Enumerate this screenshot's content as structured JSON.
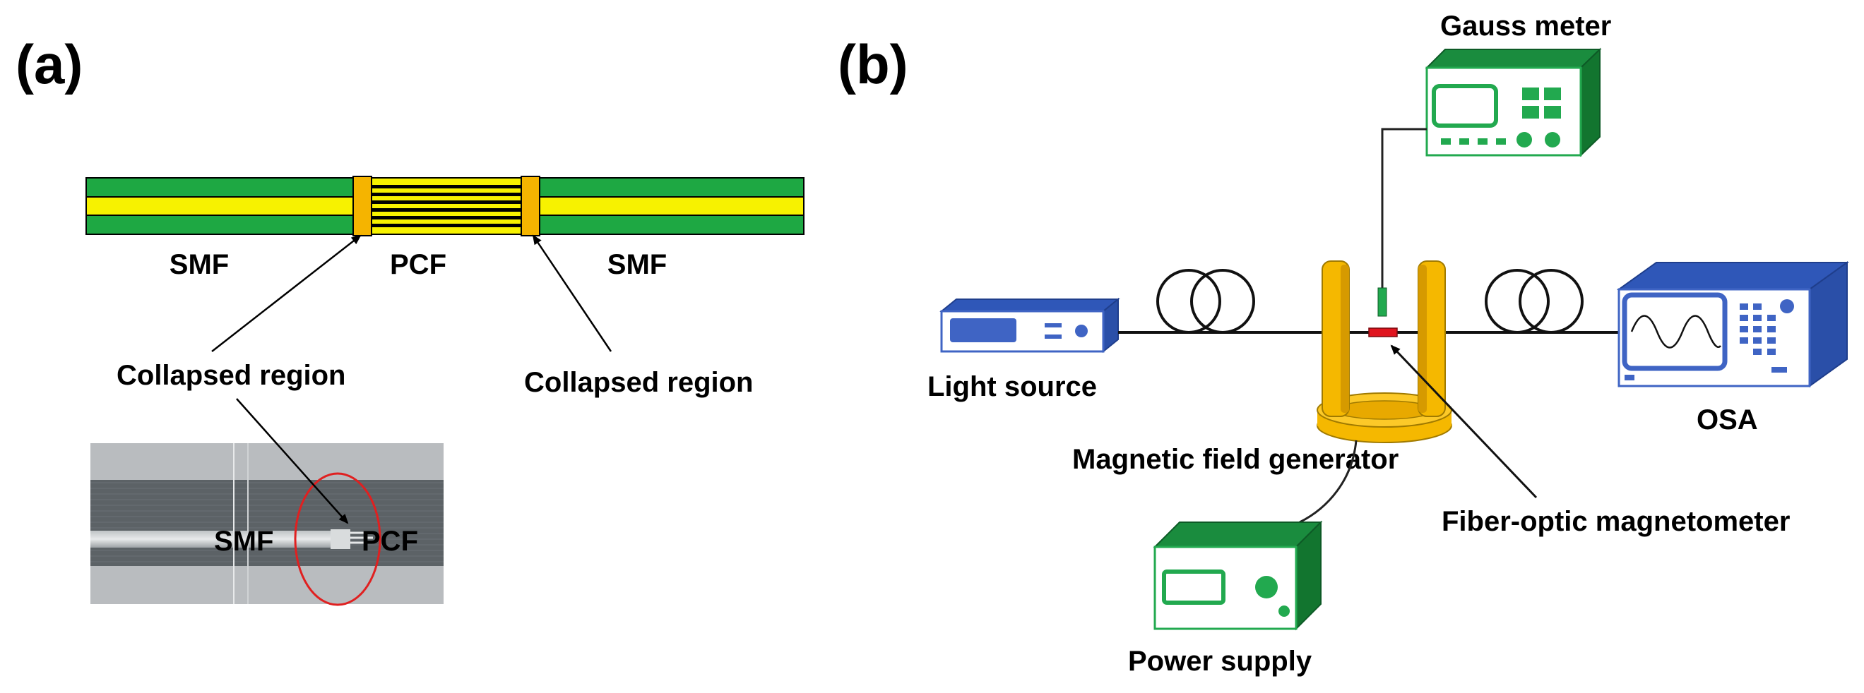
{
  "panels": {
    "a": {
      "label": "(a)",
      "fiber_labels": {
        "smf_left": "SMF",
        "pcf": "PCF",
        "smf_right": "SMF"
      },
      "collapsed_left": "Collapsed region",
      "collapsed_right": "Collapsed region",
      "micrograph": {
        "smf": "SMF",
        "pcf": "PCF"
      }
    },
    "b": {
      "label": "(b)",
      "gauss_meter": "Gauss meter",
      "light_source": "Light source",
      "osa": "OSA",
      "magnetic_field_generator": "Magnetic field generator",
      "fiber_optic_magnetometer": "Fiber-optic magnetometer",
      "power_supply": "Power supply"
    }
  },
  "colors": {
    "fiber_green": "#1ea843",
    "fiber_core": "#f7f200",
    "collapsed_orange": "#f5b400",
    "instrument_green": "#22a94f",
    "instrument_blue": "#3f64c4",
    "coil_gold": "#f5b800",
    "sensor_red": "#e0141e",
    "circle_red": "#e02020"
  }
}
